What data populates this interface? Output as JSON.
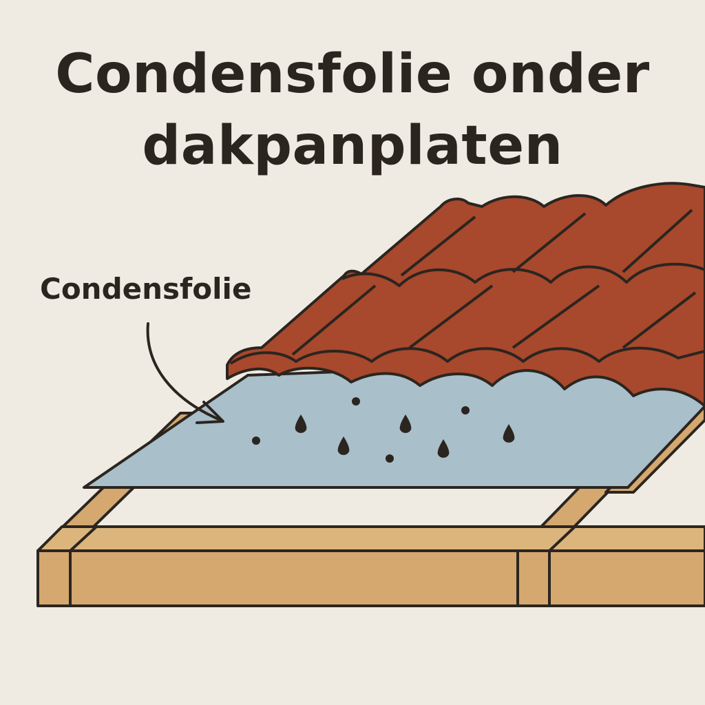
{
  "title": {
    "line1": "Condensfolie onder",
    "line2": "dakpanplaten"
  },
  "callout": {
    "label": "Condensfolie"
  },
  "colors": {
    "background": "#efebe2",
    "ink": "#2b2520",
    "tiles": "#a8482c",
    "foil": "#a9bfca",
    "wood": "#d4a86f",
    "droplets": "#2b2520"
  },
  "icons": {
    "callout_arrow": "curved-arrow-icon",
    "droplets": "water-droplet-icon"
  }
}
